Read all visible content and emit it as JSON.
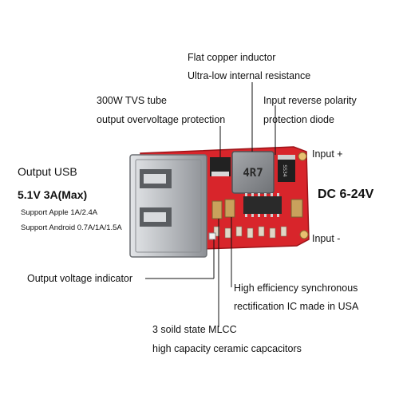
{
  "annotations": {
    "inductor_line1": "Flat copper inductor",
    "inductor_line2": "Ultra-low internal resistance",
    "tvs_line1": "300W TVS tube",
    "tvs_line2": "output overvoltage protection",
    "reverse_line1": "Input reverse polarity",
    "reverse_line2": "protection diode",
    "input_plus": "Input +",
    "input_minus": "Input -",
    "dc_range": "DC 6-24V",
    "output_indicator": "Output voltage indicator",
    "sync_line1": "High efficiency synchronous",
    "sync_line2": "rectification IC made in USA",
    "mlcc_line1": "3 soild state MLCC",
    "mlcc_line2": "high capacity ceramic capcacitors"
  },
  "output_usb": {
    "title": "Output USB",
    "rating": "5.1V 3A(Max)",
    "apple": "Support Apple 1A/2.4A",
    "android": "Support Android 0.7A/1A/1.5A"
  },
  "board": {
    "inductor_marking": "4R7",
    "diode_marking": "SS34",
    "colors": {
      "pcb": "#d8252b",
      "usb_metal": "#b9bcc0",
      "inductor": "#8e9094",
      "ic": "#2a2a2a",
      "capacitor": "#c9a15c"
    }
  }
}
